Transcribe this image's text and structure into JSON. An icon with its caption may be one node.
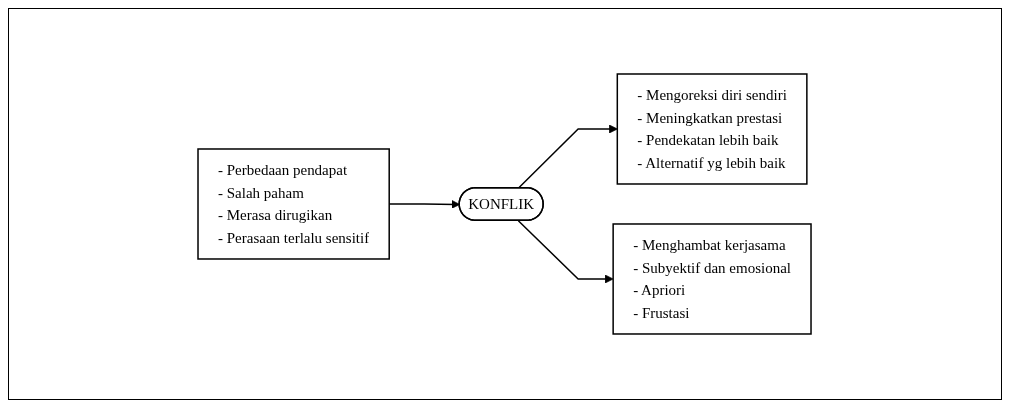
{
  "diagram": {
    "nodes": [
      {
        "text": [
          "- Perbedaan pendapat",
          "- Salah paham",
          "- Merasa dirugikan",
          "- Perasaan terlalu sensitif"
        ]
      },
      {
        "text": [
          "KONFLIK"
        ]
      },
      {
        "text": [
          "- Mengoreksi diri sendiri",
          "- Meningkatkan prestasi",
          "- Pendekatan lebih baik",
          "- Alternatif yg lebih baik"
        ]
      },
      {
        "text": [
          "- Menghambat kerjasama",
          "- Subyektif dan emosional",
          "- Apriori",
          "- Frustasi"
        ]
      }
    ],
    "edges": [
      {
        "from": 0,
        "to": 1,
        "arrow": "to"
      },
      {
        "from": 1,
        "to": 2,
        "arrow": "to"
      },
      {
        "from": 1,
        "to": 3,
        "arrow": "to"
      }
    ]
  }
}
